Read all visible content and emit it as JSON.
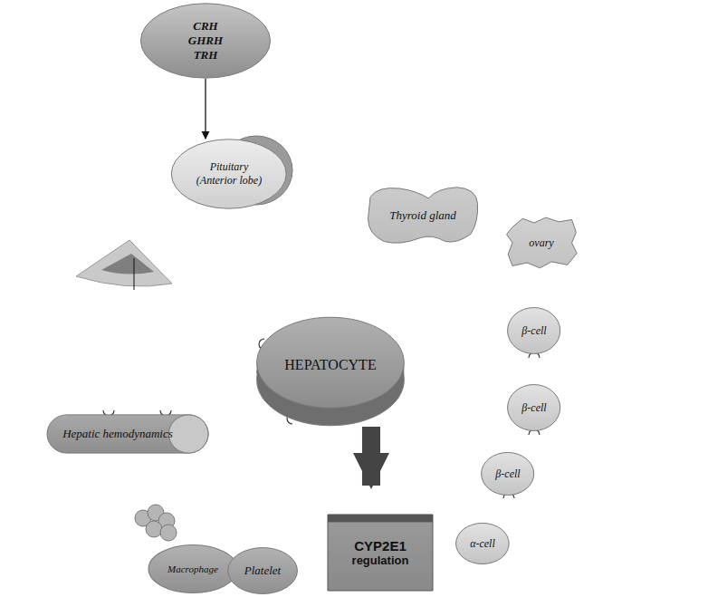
{
  "diagram": {
    "nodes": [
      {
        "text": [
          "CRH GHRH TRH"
        ]
      },
      {
        "text": [
          "Pituitary (Anterior lobe)"
        ]
      },
      {
        "text": [
          "Thyroid gland"
        ]
      },
      {
        "text": [
          "ovary"
        ]
      },
      {
        "text": [
          "HEPATOCYTE"
        ]
      },
      {
        "text": [
          "β-cell"
        ]
      },
      {
        "text": [
          "Hepatic hemodynamics"
        ]
      },
      {
        "text": [
          "β-cell"
        ]
      },
      {
        "text": [
          "β-cell"
        ]
      },
      {
        "text": [
          "α-cell"
        ]
      },
      {
        "text": [
          "Macrophage"
        ]
      },
      {
        "text": [
          "Platelet"
        ]
      },
      {
        "text": [
          "CYP2E1",
          "regulation"
        ]
      }
    ],
    "edges": [
      {
        "from": 0,
        "to": 1,
        "arrow": "to"
      },
      {
        "from": 4,
        "to": 12,
        "arrow": "to"
      }
    ]
  }
}
